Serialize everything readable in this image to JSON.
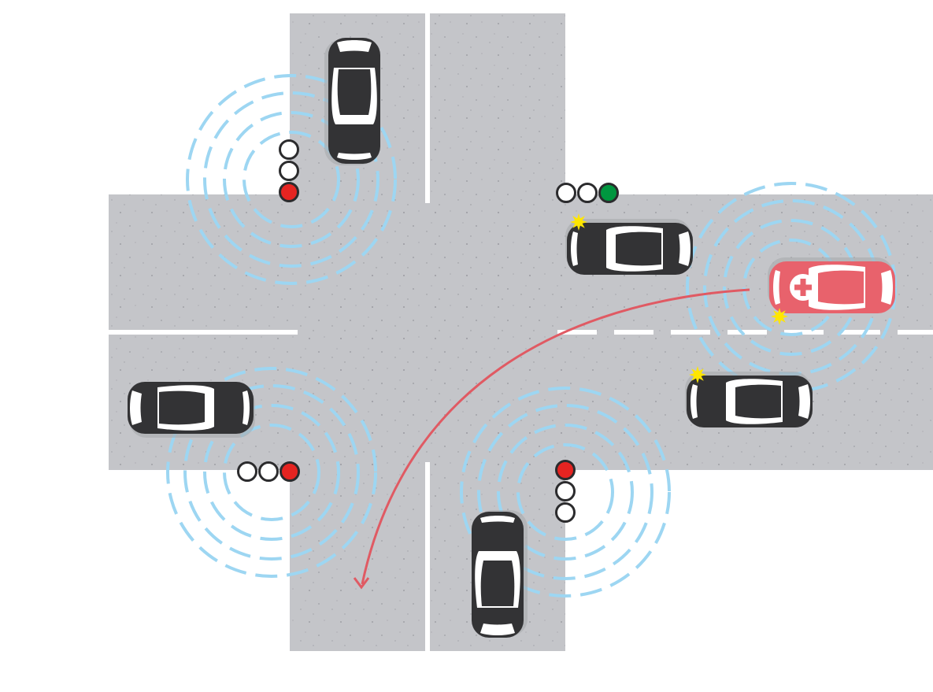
{
  "colors": {
    "road": "#c4c5c9",
    "lane_marking": "#ffffff",
    "signal_ring": "#9dd6f2",
    "car_body": "#333335",
    "ambulance_body": "#e8626c",
    "route_arrow": "#e05a63",
    "light_red": "#e52421",
    "light_green": "#00963f",
    "light_off": "#ffffff",
    "indicator": "#ffe600"
  },
  "traffic_lights": [
    {
      "id": "north-west",
      "active": "red"
    },
    {
      "id": "north-east",
      "active": "green"
    },
    {
      "id": "south-west",
      "active": "red"
    },
    {
      "id": "south-east",
      "active": "red"
    }
  ]
}
